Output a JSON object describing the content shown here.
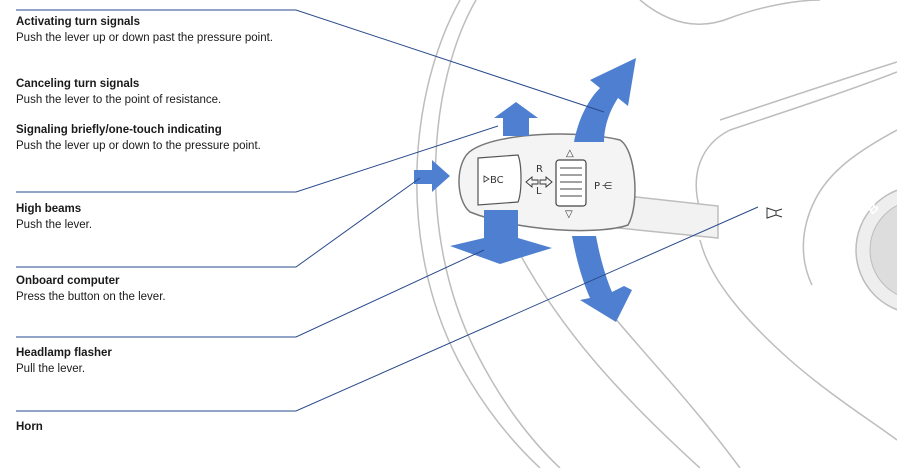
{
  "labels": [
    {
      "title": "Activating turn signals",
      "desc": "Push the lever up or down past the pressure point."
    },
    {
      "title": "Canceling turn signals",
      "desc": "Push  the lever to the point of resistance."
    },
    {
      "title": "Signaling briefly/one-touch indicating",
      "desc": "Push the lever up or down to the pressure point."
    },
    {
      "title": "High beams",
      "desc": "Push the lever."
    },
    {
      "title": "Onboard computer",
      "desc": "Press the button on the lever."
    },
    {
      "title": "Headlamp flasher",
      "desc": "Pull the lever."
    },
    {
      "title": "Horn",
      "desc": ""
    }
  ],
  "lever": {
    "bc_label": "BC",
    "r_label": "R",
    "l_label": "L",
    "p_label": "P",
    "up_symbol": "△",
    "down_symbol": "▽"
  },
  "colors": {
    "arrow": "#4f7fd0",
    "leader": "#2a4a8c",
    "outline": "#bdbdbd",
    "lever_fill": "#f4f4f4"
  },
  "icons": [
    "horn-icon",
    "bmw-logo"
  ]
}
